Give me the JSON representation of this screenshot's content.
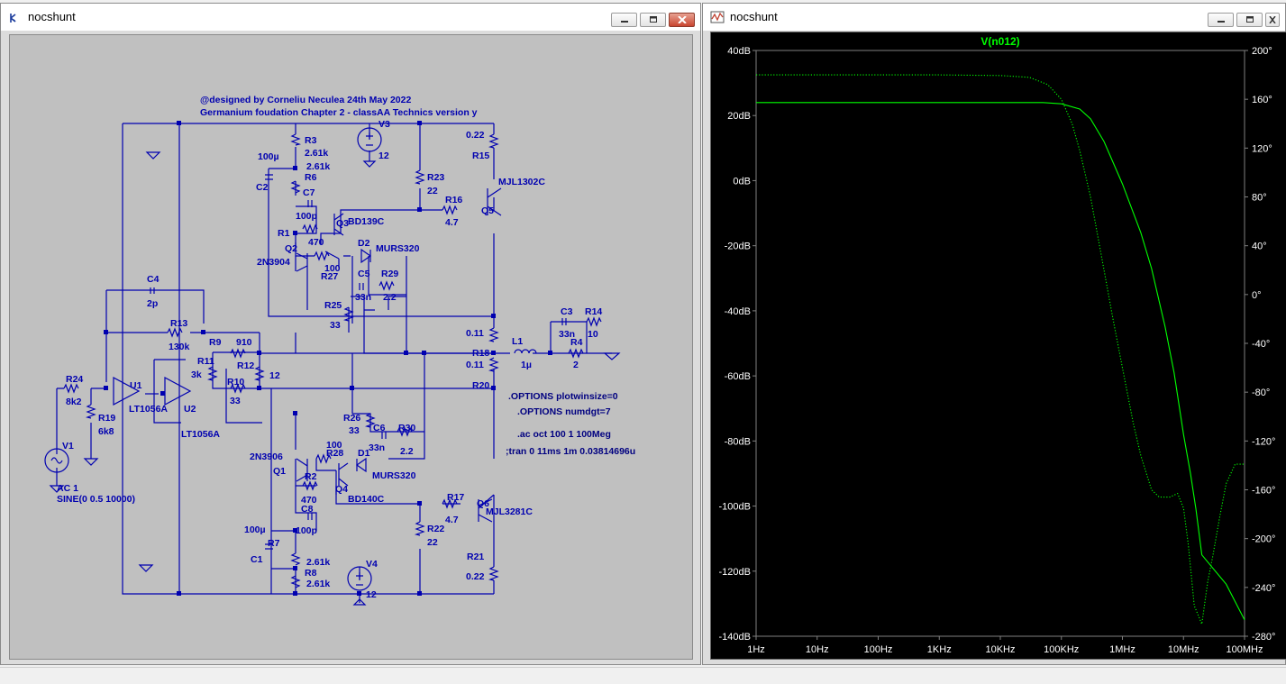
{
  "schematic_window": {
    "title": "nocshunt",
    "credits": [
      "@designed by Corneliu Neculea 24th May 2022",
      "Germanium foudation Chapter 2 - classAA Technics version y"
    ],
    "labels": {
      "V3": "V3",
      "V3v": "12",
      "V4": "V4",
      "V4v": "12",
      "R3": "R3",
      "R3v": "2.61k",
      "R6": "R6",
      "R6v": "2.61k",
      "C2": "C2",
      "C2v": "100µ",
      "C7": "C7",
      "C7v": "100p",
      "R1": "R1",
      "R1v": "470",
      "Q3": "Q3",
      "Q3m": "BD139C",
      "Q2": "Q2",
      "Q2m": "2N3904",
      "D2": "D2",
      "D2m": "MURS320",
      "R27": "R27",
      "R27v": "100",
      "C5": "C5",
      "C5v": "33n",
      "R29": "R29",
      "R29v": "2.2",
      "R25": "R25",
      "R25v": "33",
      "R23": "R23",
      "R23v": "22",
      "R16": "R16",
      "R16v": "4.7",
      "R15": "R15",
      "R15v": "0.22",
      "Q5": "Q5",
      "Q5m": "MJL1302C",
      "C4": "C4",
      "C4v": "2p",
      "R13": "R13",
      "R13v": "130k",
      "R9": "R9",
      "R9v": "910",
      "R11": "R11",
      "R11v": "3k",
      "R12": "R12",
      "R12v": "12",
      "R10": "R10",
      "R10v": "33",
      "R24": "R24",
      "R24v": "8k2",
      "U1": "U1",
      "U1m": "LT1056A",
      "U2": "U2",
      "U2m": "LT1056A",
      "R19": "R19",
      "R19v": "6k8",
      "V1": "V1",
      "V1ac": "AC 1",
      "V1sine": "SINE(0 0.5 10000)",
      "R18": "R18",
      "R18v": "0.11",
      "R20": "R20",
      "R20v": "0.11",
      "L1": "L1",
      "L1v": "1µ",
      "C3": "C3",
      "C3v": "33n",
      "R14": "R14",
      "R14v": "10",
      "R4": "R4",
      "R4v": "2",
      "R26": "R26",
      "R26v": "33",
      "C6": "C6",
      "C6v": "33n",
      "R30": "R30",
      "R30v": "2.2",
      "R28": "R28",
      "R28v": "100",
      "D1": "D1",
      "D1m": "MURS320",
      "Q1": "Q1",
      "Q1m": "2N3906",
      "R2": "R2",
      "R2v": "470",
      "Q4": "Q4",
      "Q4m": "BD140C",
      "C8": "C8",
      "C8v": "100p",
      "R7": "R7",
      "R7v": "2.61k",
      "C1": "C1",
      "C1v": "100µ",
      "R8": "R8",
      "R8v": "2.61k",
      "R17": "R17",
      "R17v": "4.7",
      "R22": "R22",
      "R22v": "22",
      "Q6": "Q6",
      "Q6m": "MJL3281C",
      "R21": "R21",
      "R21v": "0.22"
    },
    "directives": [
      ".OPTIONS plotwinsize=0",
      ".OPTIONS numdgt=7",
      ".ac oct 100 1 100Meg",
      ";tran 0 11ms 1m 0.03814696u"
    ]
  },
  "plot_window": {
    "title": "nocshunt",
    "colors": {
      "trace": "#00ff00",
      "grid": "#808080",
      "axis_text": "#ffffff",
      "title": "#00ff00"
    }
  },
  "chart_data": {
    "type": "line",
    "title": "V(n012)",
    "x_scale": "log",
    "xlim": [
      1,
      100000000
    ],
    "x_ticks": [
      "1Hz",
      "10Hz",
      "100Hz",
      "1KHz",
      "10KHz",
      "100KHz",
      "1MHz",
      "10MHz",
      "100MHz"
    ],
    "y_left_ticks": [
      "40dB",
      "20dB",
      "0dB",
      "-20dB",
      "-40dB",
      "-60dB",
      "-80dB",
      "-100dB",
      "-120dB",
      "-140dB"
    ],
    "y_left_lim": [
      -140,
      40
    ],
    "y_right_ticks": [
      "200°",
      "160°",
      "120°",
      "80°",
      "40°",
      "0°",
      "-40°",
      "-80°",
      "-120°",
      "-160°",
      "-200°",
      "-240°",
      "-280°"
    ],
    "y_right_lim": [
      -280,
      200
    ],
    "series": [
      {
        "style": "solid",
        "axis": "left",
        "x": [
          1,
          10,
          100,
          1000,
          10000,
          50000,
          100000,
          200000,
          300000,
          500000,
          1000000,
          2000000,
          3000000,
          5000000,
          7000000,
          10000000,
          13000000,
          16000000,
          20000000,
          30000000,
          50000000,
          100000000
        ],
        "y": [
          24,
          24,
          24,
          24,
          24,
          24,
          23.6,
          22,
          19,
          12,
          -1,
          -16,
          -27,
          -45,
          -59,
          -78,
          -90,
          -101,
          -115,
          -119,
          -124,
          -135
        ]
      },
      {
        "style": "dotted",
        "axis": "right",
        "x": [
          1,
          10,
          100,
          1000,
          10000,
          30000,
          60000,
          100000,
          150000,
          200000,
          300000,
          500000,
          700000,
          1000000,
          1500000,
          2000000,
          3000000,
          4000000,
          6000000,
          8000000,
          10000000,
          12000000,
          15000000,
          20000000,
          25000000,
          30000000,
          40000000,
          50000000,
          70000000,
          100000000
        ],
        "y": [
          180,
          180,
          180,
          180,
          179.5,
          178,
          172,
          160,
          140,
          118,
          80,
          20,
          -20,
          -60,
          -105,
          -132,
          -160,
          -166,
          -166,
          -163,
          -175,
          -205,
          -255,
          -270,
          -235,
          -215,
          -180,
          -155,
          -139,
          -139
        ]
      }
    ]
  }
}
